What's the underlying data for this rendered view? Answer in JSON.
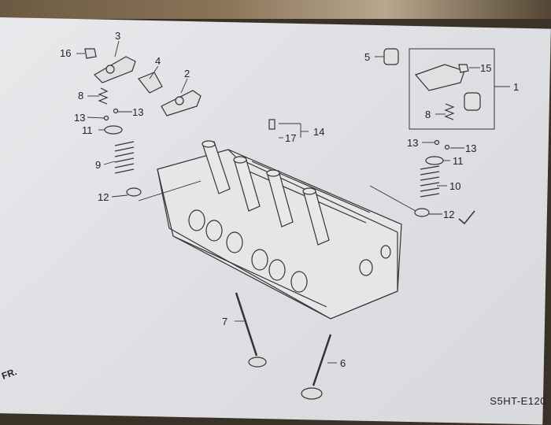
{
  "callouts": {
    "n1": "1",
    "n2": "2",
    "n3": "3",
    "n4": "4",
    "n5": "5",
    "n6": "6",
    "n7": "7",
    "n8a": "8",
    "n8b": "8",
    "n9": "9",
    "n10": "10",
    "n11a": "11",
    "n11b": "11",
    "n12a": "12",
    "n12b": "12",
    "n13a": "13",
    "n13b": "13",
    "n13c": "13",
    "n13d": "13",
    "n14": "14",
    "n15": "15",
    "n16": "16",
    "n17": "17"
  },
  "corner_code": "S5HT-E120",
  "edge_text": "FR."
}
